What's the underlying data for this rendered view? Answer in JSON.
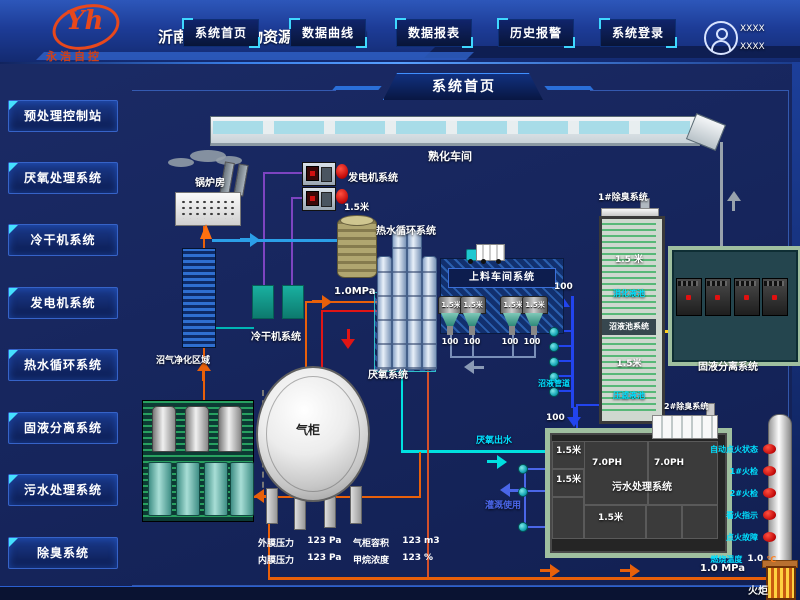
{
  "header": {
    "logo_initials": "Yh",
    "logo_name": "永浩自控",
    "project_title": "沂南有机废弃物资源化利用项目",
    "nav": [
      "系统首页",
      "数据曲线",
      "数据报表",
      "历史报警",
      "系统登录"
    ],
    "user_line1": "XXXX",
    "user_line2": "XXXX"
  },
  "banner_title": "系统首页",
  "sidebar": [
    "预处理控制站",
    "厌氧处理系统",
    "冷干机系统",
    "发电机系统",
    "热水循环系统",
    "固液分离系统",
    "污水处理系统",
    "除臭系统"
  ],
  "diagram": {
    "boiler": "锅炉房",
    "maturation": "熟化车间",
    "generator": "发电机系统",
    "hotwater_level": "1.5米",
    "hotwater": "热水循环系统",
    "cold_dryer": "冷干机系统",
    "anaerobic": "厌氧系统",
    "anaerobic_pressure": "1.0MPa",
    "purification": "沼气净化区域",
    "gas_holder": "气柜",
    "gas_stats": [
      {
        "name": "外膜压力",
        "value": "123",
        "unit": "Pa"
      },
      {
        "name": "气柜容积",
        "value": "123",
        "unit": "m3"
      },
      {
        "name": "内膜压力",
        "value": "123",
        "unit": "Pa"
      },
      {
        "name": "甲烷浓度",
        "value": "123",
        "unit": "%"
      }
    ],
    "feeding": "上料车间系统",
    "hopper_levels": [
      "1.5米",
      "1.5米",
      "1.5米",
      "1.5米"
    ],
    "hopper_values": [
      "100",
      "100",
      "100",
      "100"
    ],
    "slurry_up_value": "100",
    "slurry_pipe": "沼液管道",
    "slurry_down_value": "100",
    "deodor1": "1#除臭系统",
    "deodor1_top_level": "1.5 米",
    "deodor1_top_name": "消化液池",
    "deodor1_band": "沼液池系统",
    "deodor1_bottom_level": "1.5米",
    "deodor1_bottom_name": "压滤液池",
    "separator": "固液分离系统",
    "deodor2": "2#除臭系统",
    "sewage": "污水处理系统",
    "sewage_cells": {
      "top_left": "1.5米",
      "left": "1.5米",
      "ph_left": "7.0PH",
      "ph_right": "7.0PH",
      "bottom": "1.5米"
    },
    "anaerobic_out": "厌氧出水",
    "irrigation": "灌溉使用",
    "main_pressure": "1.0 MPa",
    "flare": "火炬",
    "flare_status": [
      "自动点火状态",
      "1#火检",
      "2#火检",
      "看火指示",
      "点火故障"
    ],
    "flare_temp": {
      "name": "燃烧温度",
      "value": "1.0",
      "unit": "℃"
    }
  }
}
